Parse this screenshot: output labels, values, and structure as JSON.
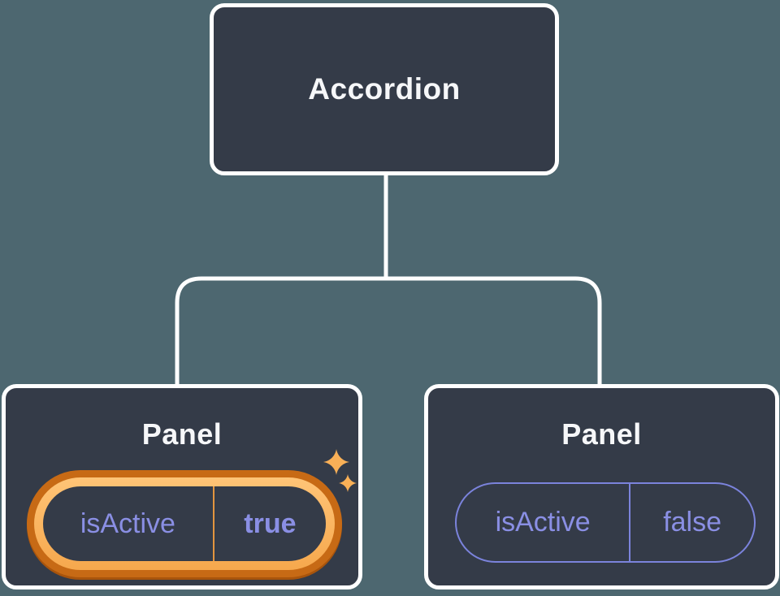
{
  "tree": {
    "root": {
      "label": "Accordion"
    },
    "panels": [
      {
        "label": "Panel",
        "prop": "isActive",
        "value": "true",
        "highlighted": true
      },
      {
        "label": "Panel",
        "prop": "isActive",
        "value": "false",
        "highlighted": false
      }
    ]
  },
  "icons": {
    "sparkles": "sparkles-icon"
  },
  "colors": {
    "background": "#4D6770",
    "node_fill": "#343B48",
    "node_border": "#FFFFFF",
    "node_text": "#F6F7F9",
    "state_text": "#8A8FE4",
    "state_border": "#7B83DC",
    "highlight_ring_outer": "#C76A15",
    "highlight_ring_inner_top": "#FFC477",
    "highlight_ring_inner_bottom": "#F6A84D",
    "highlight_divider": "#E2953F",
    "sparkle": "#F9B057",
    "connector": "#FFFFFF"
  }
}
